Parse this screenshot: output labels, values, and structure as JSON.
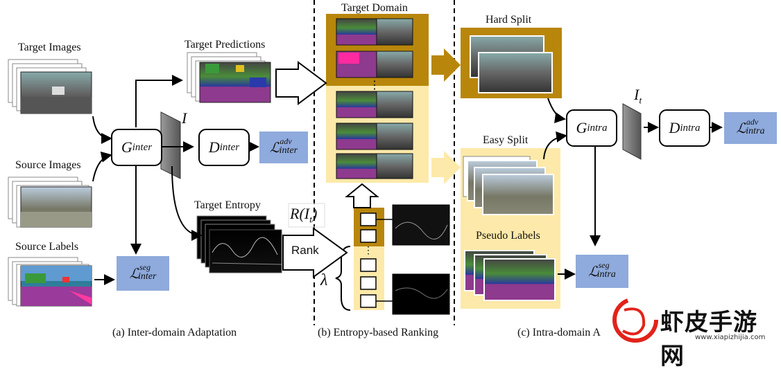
{
  "labels": {
    "target_images": "Target Images",
    "source_images": "Source Images",
    "source_labels": "Source Labels",
    "target_predictions": "Target Predictions",
    "target_entropy": "Target Entropy",
    "target_domain": "Target Domain",
    "hard_split": "Hard Split",
    "easy_split": "Easy Split",
    "pseudo_labels": "Pseudo Labels",
    "i_inter": "I",
    "i_t": "I",
    "i_t_sub": "t",
    "r_it": "R(I",
    "r_it_sub": "t",
    "r_it_close": ")",
    "rank": "Rank",
    "lambda": "λ",
    "ellipsis": "⋮"
  },
  "modules": {
    "g_inter": {
      "main": "G",
      "sub": "inter"
    },
    "d_inter": {
      "main": "D",
      "sub": "inter"
    },
    "g_intra": {
      "main": "G",
      "sub": "intra"
    },
    "d_intra": {
      "main": "D",
      "sub": "intra"
    }
  },
  "losses": {
    "adv_inter": {
      "main": "ℒ",
      "sup": "adv",
      "sub": "inter"
    },
    "seg_inter": {
      "main": "ℒ",
      "sup": "seg",
      "sub": "inter"
    },
    "adv_intra": {
      "main": "ℒ",
      "sup": "adv",
      "sub": "intra"
    },
    "seg_intra": {
      "main": "ℒ",
      "sup": "seg",
      "sub": "intra"
    }
  },
  "captions": {
    "a": "(a) Inter-domain Adaptation",
    "b": "(b) Entropy-based Ranking",
    "c": "(c) Intra-domain A"
  },
  "watermark": {
    "text": "虾皮手游网",
    "url": "www.xiapizhijia.com"
  },
  "colors": {
    "loss_fill": "#8faadc",
    "hard_fill": "#b8860b",
    "easy_fill": "#fde9a9"
  }
}
